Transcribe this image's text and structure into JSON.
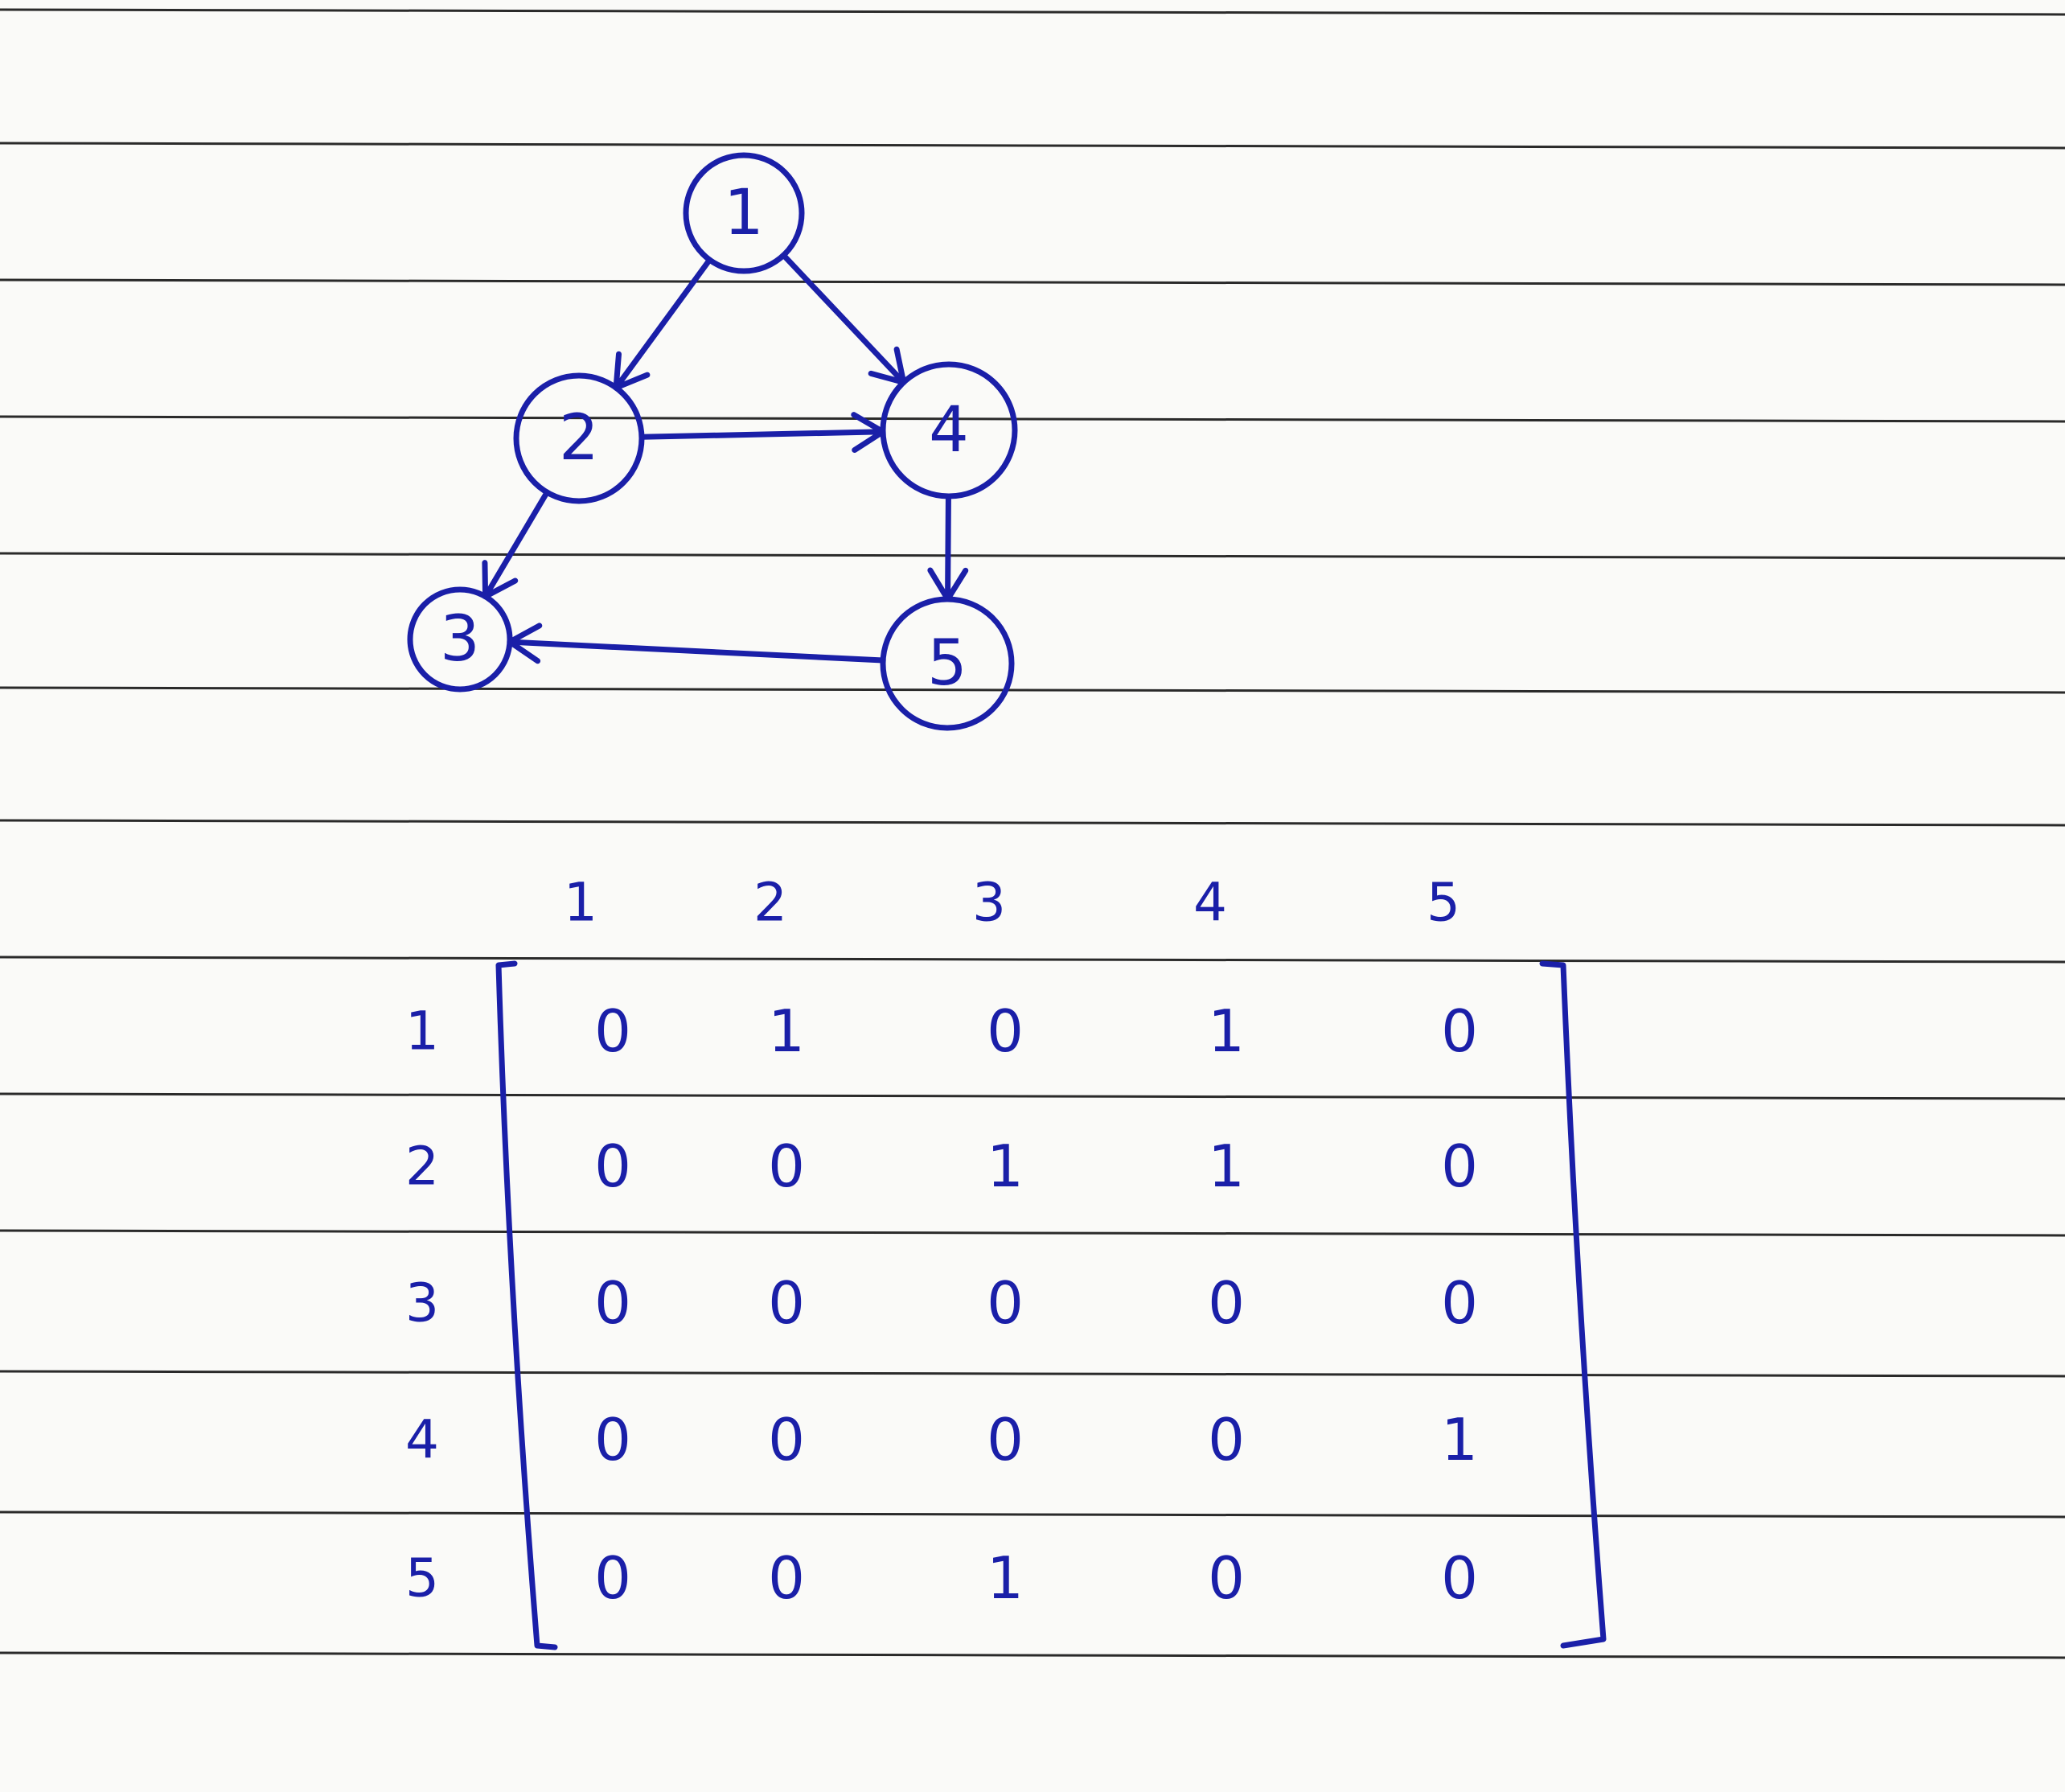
{
  "graph": {
    "nodes": [
      {
        "id": "1",
        "label": "1"
      },
      {
        "id": "2",
        "label": "2"
      },
      {
        "id": "3",
        "label": "3"
      },
      {
        "id": "4",
        "label": "4"
      },
      {
        "id": "5",
        "label": "5"
      }
    ],
    "edges": [
      {
        "from": "1",
        "to": "2"
      },
      {
        "from": "1",
        "to": "4"
      },
      {
        "from": "2",
        "to": "4"
      },
      {
        "from": "2",
        "to": "3"
      },
      {
        "from": "4",
        "to": "5"
      },
      {
        "from": "5",
        "to": "3"
      }
    ]
  },
  "matrix": {
    "col_headers": [
      "1",
      "2",
      "3",
      "4",
      "5"
    ],
    "row_headers": [
      "1",
      "2",
      "3",
      "4",
      "5"
    ],
    "rows": [
      [
        "0",
        "1",
        "0",
        "1",
        "0"
      ],
      [
        "0",
        "0",
        "1",
        "1",
        "0"
      ],
      [
        "0",
        "0",
        "0",
        "0",
        "0"
      ],
      [
        "0",
        "0",
        "0",
        "0",
        "1"
      ],
      [
        "0",
        "0",
        "1",
        "0",
        "0"
      ]
    ]
  },
  "colors": {
    "ink": "#1a1fa8",
    "rule": "#2a2a2a",
    "paper": "#fafaf8"
  }
}
